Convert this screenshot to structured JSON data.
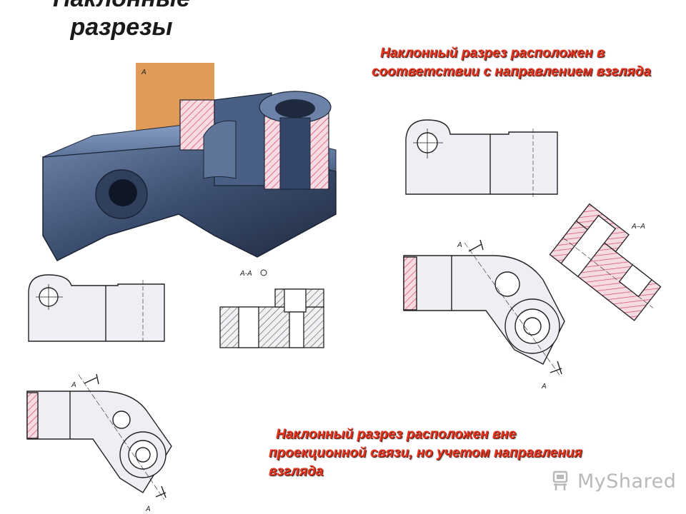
{
  "slide": {
    "title_line1": "Наклонные",
    "title_line2": "разрезы",
    "caption_top": "Наклонный разрез расположен в соответствии с направлением взгляда",
    "caption_bottom": "Наклонный разрез расположен вне проекционной связи, но учетом направления взгляда"
  },
  "labels": {
    "plane": "А",
    "section_mark": "А-А",
    "section_mark_right": "А–А",
    "arrow_letter": "А"
  },
  "watermark": {
    "text": "MyShared"
  },
  "colors": {
    "caption": "#e8331f",
    "hatch": "#d4476a",
    "part_blue": "#3b4d6e",
    "plane": "#d98a3a"
  },
  "icons": [
    "chair-icon"
  ]
}
